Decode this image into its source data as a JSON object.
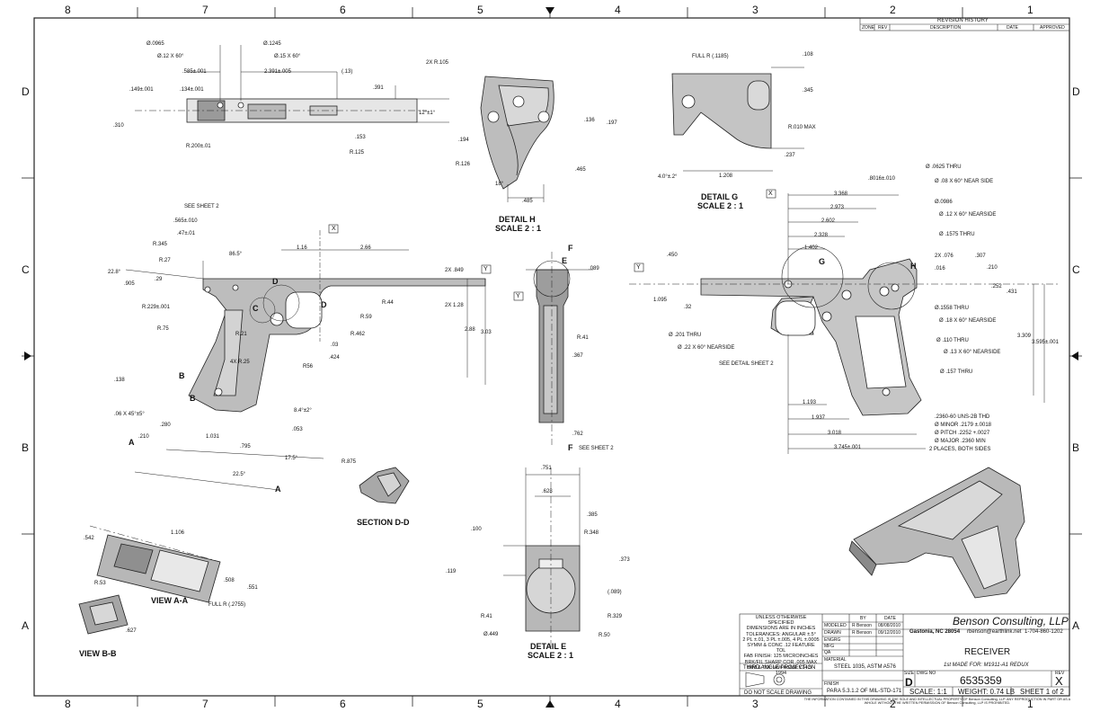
{
  "zones_top": [
    "8",
    "7",
    "6",
    "5",
    "4",
    "3",
    "2",
    "1"
  ],
  "zones_side": [
    "D",
    "C",
    "B",
    "A"
  ],
  "revision": {
    "title": "REVISION HISTORY",
    "cols": [
      "ZONE",
      "REV",
      "DESCRIPTION",
      "DATE",
      "APPROVED"
    ]
  },
  "views": {
    "detail_h": {
      "title": "DETAIL H",
      "scale": "SCALE 2 : 1"
    },
    "detail_g": {
      "title": "DETAIL G",
      "scale": "SCALE 2 : 1"
    },
    "detail_e": {
      "title": "DETAIL E",
      "scale": "SCALE 2 : 1"
    },
    "section_dd": "SECTION D-D",
    "view_aa": "VIEW A-A",
    "view_bb": "VIEW B-B"
  },
  "callouts": {
    "see_sheet2_a": "SEE SHEET 2",
    "see_sheet2_b": "SEE SHEET 2",
    "see_detail_sheet2": "SEE DETAIL SHEET 2",
    "thread1": ".2360-60 UNS-2B THD",
    "thread2": "Ø MINOR .2179 ±.0018",
    "thread3": "Ø PITCH .2252 +.0027",
    "thread4": "Ø MAJOR .2360 MIN",
    "thread5": "2 PLACES, BOTH SIDES"
  },
  "dims": {
    "d1": "Ø.0965",
    "d2": "Ø.12 X 60°",
    "d3": ".585±.001",
    "d4": "2.391±.005",
    "d5": "(.13)",
    "d6": ".149±.001",
    "d7": ".134±.001",
    "d8": ".310",
    "d9": "R.200±.01",
    "d10": ".153",
    "d11": "R.125",
    "d12": "12°±1°",
    "d13": ".391",
    "d14": "Ø.1245",
    "d15": "Ø.15 X 60°",
    "h1": "2X R.105",
    "h2": ".194",
    "h3": "R.126",
    "h4": "18°",
    "h5": ".485",
    "h6": ".465",
    "h7": ".136",
    "h8": ".197",
    "g1": "FULL R (.1185)",
    "g2": ".108",
    "g3": ".345",
    "g4": "R.010 MAX",
    "g5": ".237",
    "g6": "1.208",
    "g7": "4.0°±.2°",
    "m1": ".565±.010",
    "m2": ".47±.01",
    "m3": "R.345",
    "m4": "R.27",
    "m5": "86.5°",
    "m6": "22.8°",
    "m7": ".905",
    "m8": ".29",
    "m9": "R.229±.001",
    "m10": "R.75",
    "m11": "1.16",
    "m12": "2.66",
    "m13": "2X .849",
    "m14": "R.44",
    "m15": "2X 1.28",
    "m16": "R.59",
    "m17": "R.462",
    "m18": ".03",
    "m19": ".424",
    "m20": "2.88",
    "m21": "3.03",
    "m22": "R.21",
    "m23": "4X R.25",
    "m24": "R56",
    "m25": ".138",
    "m26": ".06 X 45°±5°",
    "m27": ".280",
    "m28": ".210",
    "m29": "1.031",
    "m30": ".795",
    "m31": "8.4°±2°",
    "m32": ".053",
    "m33": "17.5°",
    "m34": "22.5°",
    "r1": ".089",
    "r2": "R.41",
    "r3": ".367",
    "r4": ".762",
    "e1": ".751",
    "e2": ".628",
    "e3": ".385",
    "e4": "R.348",
    "e5": ".100",
    "e6": ".373",
    "e7": ".119",
    "e8": "(.089)",
    "e9": "R.41",
    "e10": "R.329",
    "e11": "Ø.449",
    "e12": "R.50",
    "p1": "Ø .0625 THRU",
    "p2": "Ø .08 X 60° NEAR SIDE",
    "p3": ".8016±.010",
    "p4": "3.368",
    "p5": "2.973",
    "p6": "2.602",
    "p7": "2.328",
    "p8": "1.402",
    "p9": "Ø.0986",
    "p10": "Ø .12 X 60° NEARSIDE",
    "p11": "Ø .1575 THRU",
    "p12": ".450",
    "p13": "2X .076",
    "p14": ".016",
    "p15": ".307",
    "p16": ".210",
    "p17": ".252",
    "p18": ".431",
    "p19": "1.095",
    "p20": ".32",
    "p21": "Ø.1558 THRU",
    "p22": "Ø .18 X 60° NEARSIDE",
    "p23": "Ø .201 THRU",
    "p24": "Ø .22 X 60° NEARSIDE",
    "p25": "Ø .110 THRU",
    "p26": "Ø .13 X 60° NEARSIDE",
    "p27": "Ø .157 THRU",
    "p28": "3.309",
    "p29": "3.595±.001",
    "p30": "1.193",
    "p31": "1.937",
    "p32": "3.018",
    "p33": "3.745±.001",
    "a1": ".542",
    "a2": "1.106",
    "a3": ".508",
    "a4": ".551",
    "a5": "FULL R (.2755)",
    "b1": "R.53",
    "b2": ".627",
    "sd1": "R.875"
  },
  "title_block": {
    "notes": [
      "UNLESS OTHERWISE SPECIFIED",
      "DIMENSIONS ARE IN INCHES",
      "TOLERANCES: ANGULAR ±.5°",
      "2 PL ±.01, 3 PL ±.005, 4 PL ±.0005",
      "SYMM & CONC .12 FEATURE TOL",
      "FAB FINISH: 125 MICROINCHES",
      "BRK/FIL SHARP COR .005 MAX",
      "DIM & TOL IAW ASME Y14.5 - 1994"
    ],
    "third_angle": "THIRD ANGLE PROJECTION",
    "do_not_scale": "DO NOT SCALE DRAWING",
    "roles": [
      "MODELED",
      "DRAWN",
      "ENGRG",
      "MFG",
      "QA"
    ],
    "by": [
      "R Benson",
      "R Benson",
      "",
      "",
      ""
    ],
    "dates": [
      "08/08/2010",
      "09/12/2010",
      "",
      "",
      ""
    ],
    "by_label": "BY",
    "date_label": "DATE",
    "material_label": "MATERIAL",
    "material": "STEEL 1035, ASTM A576",
    "finish_label": "FINISH",
    "finish": "PARA 5.3.1.2 OF MIL-STD-171",
    "company": "Benson Consulting, LLP",
    "address": "Gastonia, NC 28054",
    "email": "rbenson@earthlink.net",
    "phone": "1-704-860-1202",
    "title": "RECEIVER",
    "made_for": "1st MADE FOR: M1911-A1 REDUX",
    "size_label": "SIZE",
    "size": "D",
    "dwg_label": "DWG NO",
    "dwg_no": "6535359",
    "rev_label": "REV",
    "rev": "X",
    "scale": "SCALE:  1:1",
    "weight": "WEIGHT:  0.74 LB",
    "sheet": "SHEET 1 of 2",
    "footer": "THE INFORMATION CONTAINED IN THIS DRAWING IS THE SOLE AND INTELLECTUAL PROPERTY OF Benson Consulting, LLP. ANY REPRODUCTION IN PART OR AS A WHOLE WITHOUT THE WRITTEN PERMISSION OF Benson Consulting, LLP IS PROHIBITED."
  }
}
